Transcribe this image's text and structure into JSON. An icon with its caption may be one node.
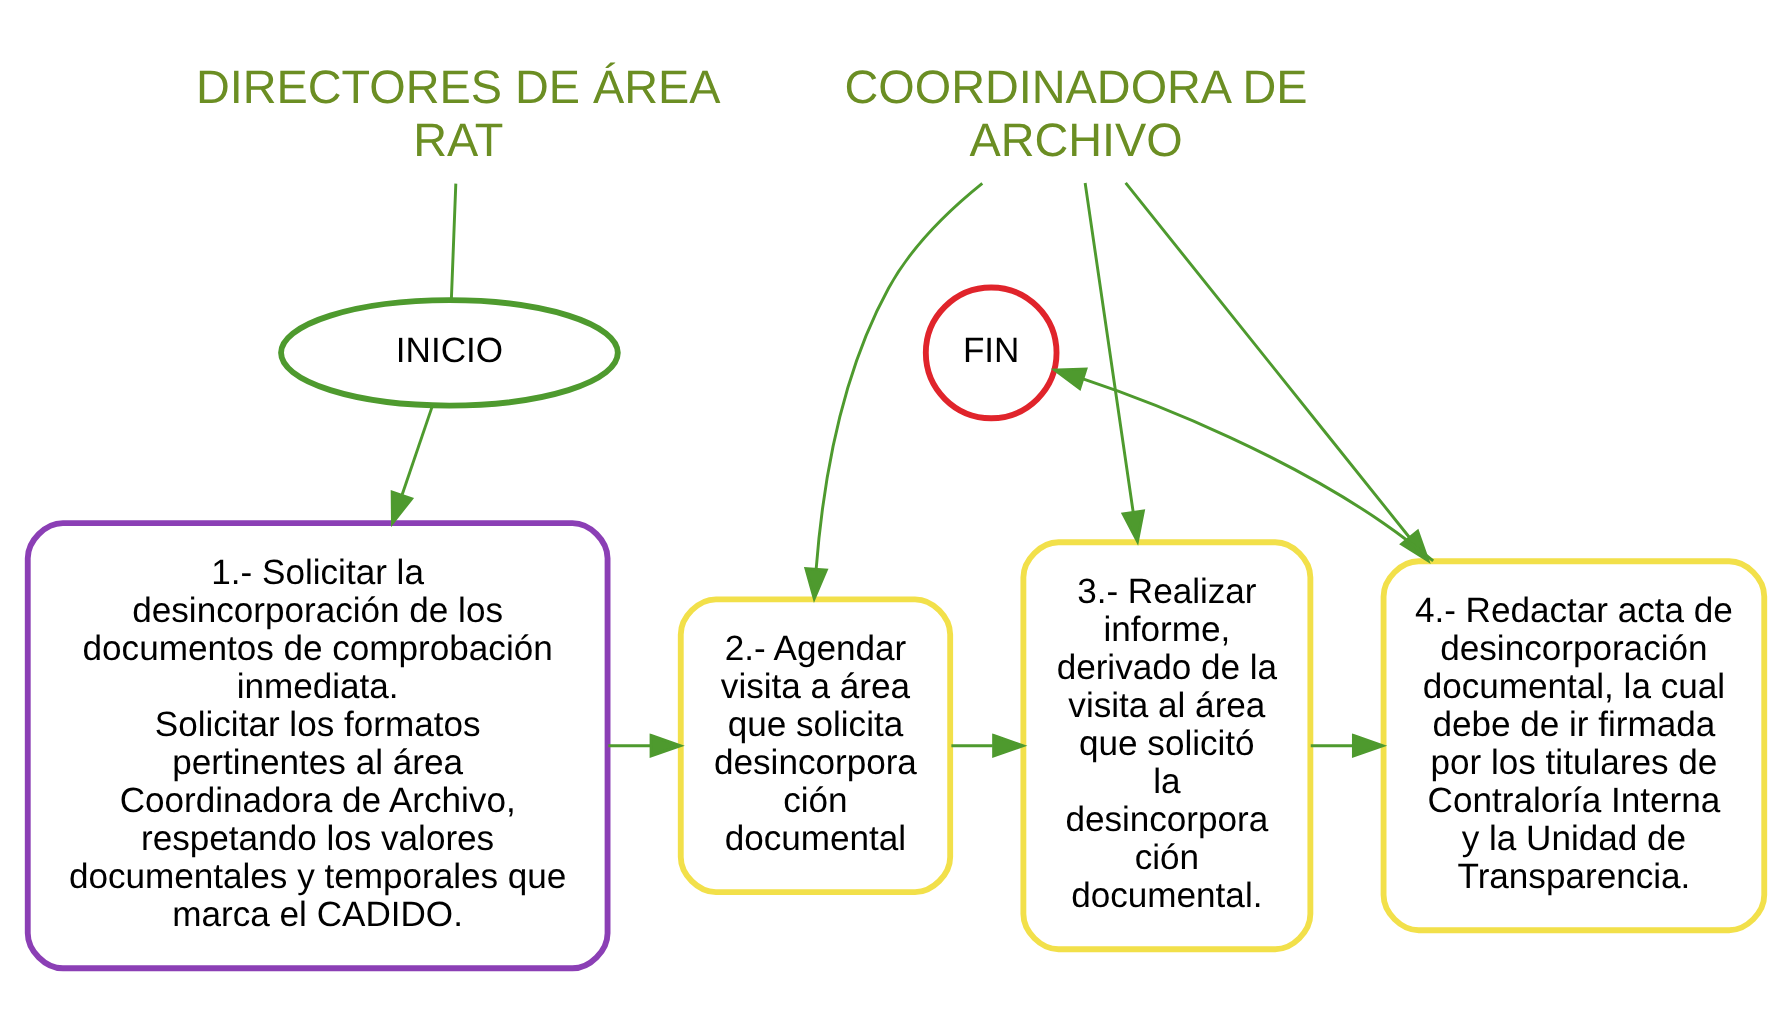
{
  "diagram": {
    "nodes": [
      {
        "text": [
          "DIRECTORES DE ÁREA RAT"
        ]
      },
      {
        "text": [
          "COORDINADORA DE ARCHIVO"
        ]
      },
      {
        "text": [
          "INICIO"
        ]
      },
      {
        "text": [
          "FIN"
        ]
      },
      {
        "text": [
          "1.- Solicitar la desincorporación de los documentos de comprobación inmediata.",
          "Solicitar los formatos pertinentes al área Coordinadora de Archivo, respetando los valores documentales y temporales que marca el CADIDO."
        ]
      },
      {
        "text": [
          "2.- Agendar visita a área que solicita desincorpora ción documental"
        ]
      },
      {
        "text": [
          "3.- Realizar informe, derivado de la visita al área que solicitó la desincorpora ción documental."
        ]
      },
      {
        "text": [
          "4.- Redactar acta de desincorporación documental, la cual debe de ir firmada por los titulares de Contraloría Interna y la Unidad de Transparencia."
        ]
      }
    ],
    "edges": [
      {
        "from": 0,
        "to": 2,
        "arrow": "none"
      },
      {
        "from": 2,
        "to": 4,
        "arrow": "to"
      },
      {
        "from": 4,
        "to": 5,
        "arrow": "to"
      },
      {
        "from": 5,
        "to": 6,
        "arrow": "to"
      },
      {
        "from": 6,
        "to": 7,
        "arrow": "to"
      },
      {
        "from": 1,
        "to": 5,
        "arrow": "to"
      },
      {
        "from": 1,
        "to": 6,
        "arrow": "to"
      },
      {
        "from": 1,
        "to": 7,
        "arrow": "to"
      },
      {
        "from": 7,
        "to": 3,
        "arrow": "to"
      }
    ]
  }
}
